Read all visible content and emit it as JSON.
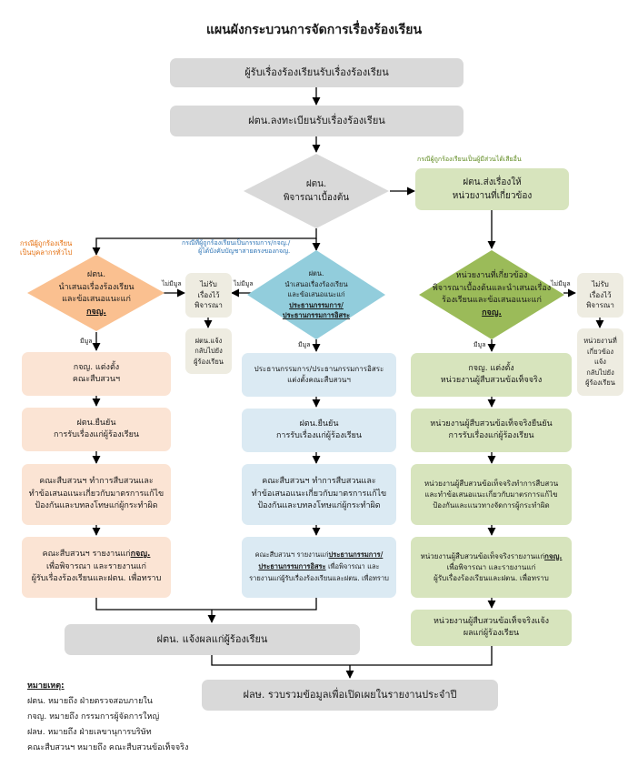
{
  "title": "แผนผังกระบวนการจัดการเรื่องร้องเรียน",
  "colors": {
    "gray": "#d9d9d9",
    "peach_diamond": "#fac090",
    "blue_diamond": "#92cddc",
    "green_diamond": "#9bbb59",
    "orange_text": "#e46c0a",
    "blue_text": "#2e74b5",
    "green_text": "#5e8a1e"
  },
  "top": {
    "box1": "ผู้รับเรื่องร้องเรียนรับเรื่องร้องเรียน",
    "box2": "ฝตน.ลงทะเบียนรับเรื่องร้องเรียน",
    "diamond_line1": "ฝตน.",
    "diamond_line2": "พิจารณาเบื้องต้น"
  },
  "right_top": {
    "label": "กรณีผู้ถูกร้องเรียนเป็นผู้มีส่วนได้เสียอื่น",
    "box_line1": "ฝตน.ส่งเรื่องให้",
    "box_line2": "หน่วยงานที่เกี่ยวข้อง"
  },
  "left": {
    "label_line1": "กรณีผู้ถูกร้องเรียน",
    "label_line2": "เป็นบุคลากรทั่วไป",
    "diamond_line1": "ฝตน.",
    "diamond_line2": "นำเสนอเรื่องร้องเรียน",
    "diamond_line3": "และข้อเสนอแนะแก่",
    "diamond_line4": "กจญ.",
    "no_merit": "ไม่มีมูล",
    "has_merit": "มีมูล",
    "reject_line1": "ไม่รับ",
    "reject_line2": "เรื่องไว้",
    "reject_line3": "พิจารณา",
    "inform_line1": "ฝตน.แจ้ง",
    "inform_line2": "กลับไปยัง",
    "inform_line3": "ผู้ร้องเรียน",
    "step1_line1": "กจญ. แต่งตั้ง",
    "step1_line2": "คณะสืบสวนฯ",
    "step2_line1": "ฝตน.ยืนยัน",
    "step2_line2": "การรับเรื่องแก่ผู้ร้องเรียน",
    "step3_line1": "คณะสืบสวนฯ ทำการสืบสวนและ",
    "step3_line2": "ทำข้อเสนอแนะเกี่ยวกับมาตรการแก้ไข",
    "step3_line3": "ป้องกันและบทลงโทษแก่ผู้กระทำผิด",
    "step4_a": "คณะสืบสวนฯ รายงานแก่",
    "step4_b": "กจญ.",
    "step4_line2": "เพื่อพิจารณา และรายงานแก่",
    "step4_line3": "ผู้รับเรื่องร้องเรียนและฝตน. เพื่อทราบ"
  },
  "middle": {
    "label_line1": "กรณีที่ผู้ถูกร้องเรียนเป็นกรรมการ/กจญ./",
    "label_line2": "ผู้ได้บังคับบัญชาสายตรงของกจญ.",
    "diamond_line1": "ฝตน.",
    "diamond_line2": "นำเสนอเรื่องร้องเรียน",
    "diamond_line3": "และข้อเสนอแนะแก่",
    "diamond_line4": "ประธานกรรมการ/",
    "diamond_line5": "ประธานกรรมการอิสระ",
    "no_merit": "ไม่มีมูล",
    "has_merit": "มีมูล",
    "step1_line1": "ประธานกรรมการ/ประธานกรรมการอิสระ",
    "step1_line2": "แต่งตั้งคณะสืบสวนฯ",
    "step2_line1": "ฝตน.ยืนยัน",
    "step2_line2": "การรับเรื่องแก่ผู้ร้องเรียน",
    "step3_line1": "คณะสืบสวนฯ ทำการสืบสวนและ",
    "step3_line2": "ทำข้อเสนอแนะเกี่ยวกับมาตรการแก้ไข",
    "step3_line3": "ป้องกันและบทลงโทษแก่ผู้กระทำผิด",
    "step4_a": "คณะสืบสวนฯ รายงานแก่",
    "step4_b": "ประธานกรรมการ/",
    "step4_c": "ประธานกรรมการอิสระ",
    "step4_d": " เพื่อพิจารณา และ",
    "step4_line3": "รายงานแก่ผู้รับเรื่องร้องเรียนและฝตน. เพื่อทราบ"
  },
  "right": {
    "diamond_line1": "หน่วยงานที่เกี่ยวข้อง",
    "diamond_line2": "พิจารณาเบื้องต้นและนำเสนอเรื่อง",
    "diamond_line3": "ร้องเรียนและข้อเสนอแนะแก่",
    "diamond_line4": "กจญ.",
    "no_merit": "ไม่มีมูล",
    "has_merit": "มีมูล",
    "reject_line1": "ไม่รับ",
    "reject_line2": "เรื่องไว้",
    "reject_line3": "พิจารณา",
    "inform_line1": "หน่วยงานที่",
    "inform_line2": "เกี่ยวข้องแจ้ง",
    "inform_line3": "กลับไปยัง",
    "inform_line4": "ผู้ร้องเรียน",
    "step1_line1": "กจญ. แต่งตั้ง",
    "step1_line2": "หน่วยงานผู้สืบสวนข้อเท็จจริง",
    "step2_line1": "หน่วยงานผู้สืบสวนข้อเท็จจริงยืนยัน",
    "step2_line2": "การรับเรื่องแก่ผู้ร้องเรียน",
    "step3_line1": "หน่วยงานผู้สืบสวนข้อเท็จจริงทำการสืบสวน",
    "step3_line2": "และทำข้อเสนอแนะเกี่ยวกับมาตรการแก้ไข",
    "step3_line3": "ป้องกันและแนวทางจัดการผู้กระทำผิด",
    "step4_a": "หน่วยงานผู้สืบสวนข้อเท็จจริงรายงานแก่",
    "step4_b": "กจญ.",
    "step4_line2": "เพื่อพิจารณา และรายงานแก่",
    "step4_line3": "ผู้รับเรื่องร้องเรียนและฝตน. เพื่อทราบ",
    "step5_line1": "หน่วยงานผู้สืบสวนข้อเท็จจริงแจ้ง",
    "step5_line2": "ผลแก่ผู้ร้องเรียน"
  },
  "bottom": {
    "notify": "ฝตน. แจ้งผลแก่ผู้ร้องเรียน",
    "final": "ฝลษ. รวบรวมข้อมูลเพื่อเปิดเผยในรายงานประจำปี"
  },
  "notes": {
    "heading": "หมายเหตุ:",
    "line1": "ฝตน. หมายถึง ฝ่ายตรวจสอบภายใน",
    "line2": "กจญ. หมายถึง กรรมการผู้จัดการใหญ่",
    "line3": "ฝลษ. หมายถึง ฝ่ายเลขานุการบริษัท",
    "line4": "คณะสืบสวนฯ หมายถึง คณะสืบสวนข้อเท็จจริง"
  }
}
